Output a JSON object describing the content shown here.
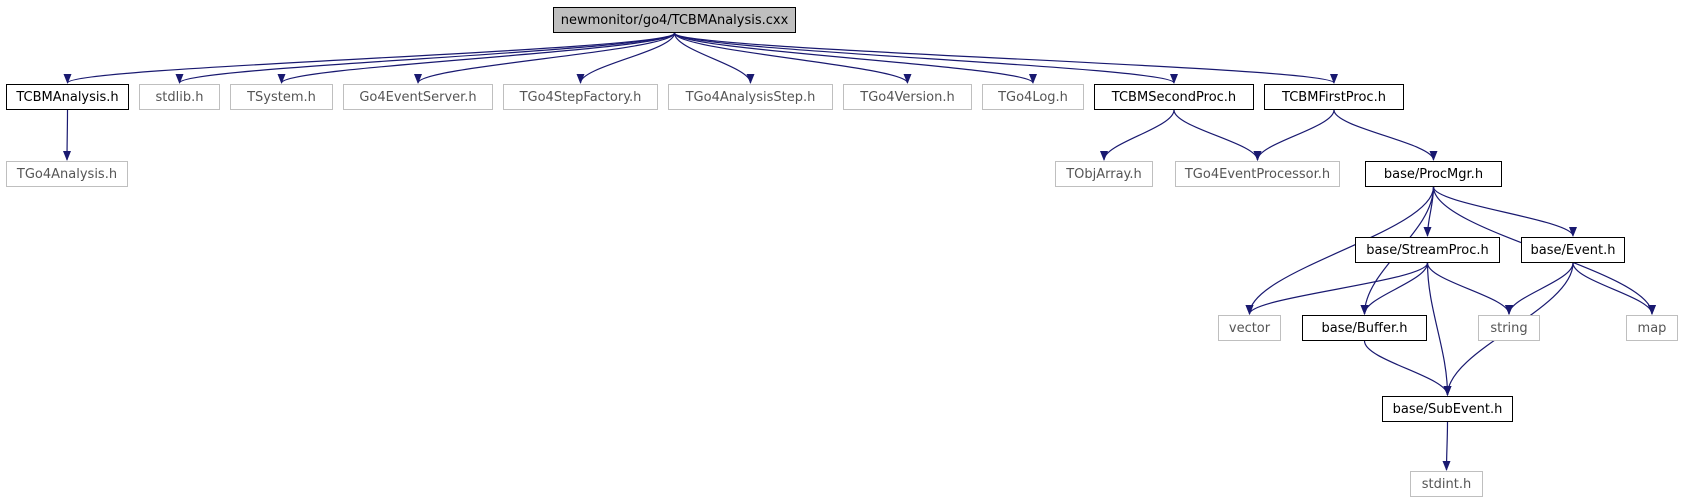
{
  "graph": {
    "root_label": "newmonitor/go4/TCBMAnalysis.cxx",
    "colors": {
      "edge": "#191970",
      "root_fill": "#bfbfbf",
      "local_border": "#000000",
      "external_border": "#bfbfbf"
    },
    "nodes": [
      {
        "id": "root",
        "label": "newmonitor/go4/TCBMAnalysis.cxx",
        "kind": "root"
      },
      {
        "id": "tcbmanalysis_h",
        "label": "TCBMAnalysis.h",
        "kind": "local"
      },
      {
        "id": "stdlib_h",
        "label": "stdlib.h",
        "kind": "external"
      },
      {
        "id": "tsystem_h",
        "label": "TSystem.h",
        "kind": "external"
      },
      {
        "id": "go4eventserver_h",
        "label": "Go4EventServer.h",
        "kind": "external"
      },
      {
        "id": "tgo4stepfactory_h",
        "label": "TGo4StepFactory.h",
        "kind": "external"
      },
      {
        "id": "tgo4analysisstep_h",
        "label": "TGo4AnalysisStep.h",
        "kind": "external"
      },
      {
        "id": "tgo4version_h",
        "label": "TGo4Version.h",
        "kind": "external"
      },
      {
        "id": "tgo4log_h",
        "label": "TGo4Log.h",
        "kind": "external"
      },
      {
        "id": "tcbmsecondproc_h",
        "label": "TCBMSecondProc.h",
        "kind": "local"
      },
      {
        "id": "tcbmfirstproc_h",
        "label": "TCBMFirstProc.h",
        "kind": "local"
      },
      {
        "id": "tgo4analysis_h",
        "label": "TGo4Analysis.h",
        "kind": "external"
      },
      {
        "id": "tobjarray_h",
        "label": "TObjArray.h",
        "kind": "external"
      },
      {
        "id": "tgo4eventprocessor_h",
        "label": "TGo4EventProcessor.h",
        "kind": "external"
      },
      {
        "id": "procmgr_h",
        "label": "base/ProcMgr.h",
        "kind": "local"
      },
      {
        "id": "streamproc_h",
        "label": "base/StreamProc.h",
        "kind": "local"
      },
      {
        "id": "event_h",
        "label": "base/Event.h",
        "kind": "local"
      },
      {
        "id": "vector",
        "label": "vector",
        "kind": "external"
      },
      {
        "id": "buffer_h",
        "label": "base/Buffer.h",
        "kind": "local"
      },
      {
        "id": "string",
        "label": "string",
        "kind": "external"
      },
      {
        "id": "map",
        "label": "map",
        "kind": "external"
      },
      {
        "id": "subevent_h",
        "label": "base/SubEvent.h",
        "kind": "local"
      },
      {
        "id": "stdint_h",
        "label": "stdint.h",
        "kind": "external"
      }
    ],
    "edges": [
      {
        "from": "root",
        "to": "tcbmanalysis_h"
      },
      {
        "from": "root",
        "to": "stdlib_h"
      },
      {
        "from": "root",
        "to": "tsystem_h"
      },
      {
        "from": "root",
        "to": "go4eventserver_h"
      },
      {
        "from": "root",
        "to": "tgo4stepfactory_h"
      },
      {
        "from": "root",
        "to": "tgo4analysisstep_h"
      },
      {
        "from": "root",
        "to": "tgo4version_h"
      },
      {
        "from": "root",
        "to": "tgo4log_h"
      },
      {
        "from": "root",
        "to": "tcbmsecondproc_h"
      },
      {
        "from": "root",
        "to": "tcbmfirstproc_h"
      },
      {
        "from": "tcbmanalysis_h",
        "to": "tgo4analysis_h"
      },
      {
        "from": "tcbmsecondproc_h",
        "to": "tobjarray_h"
      },
      {
        "from": "tcbmsecondproc_h",
        "to": "tgo4eventprocessor_h"
      },
      {
        "from": "tcbmfirstproc_h",
        "to": "tgo4eventprocessor_h"
      },
      {
        "from": "tcbmfirstproc_h",
        "to": "procmgr_h"
      },
      {
        "from": "procmgr_h",
        "to": "vector"
      },
      {
        "from": "procmgr_h",
        "to": "buffer_h"
      },
      {
        "from": "procmgr_h",
        "to": "streamproc_h"
      },
      {
        "from": "procmgr_h",
        "to": "event_h"
      },
      {
        "from": "procmgr_h",
        "to": "map"
      },
      {
        "from": "streamproc_h",
        "to": "vector"
      },
      {
        "from": "streamproc_h",
        "to": "buffer_h"
      },
      {
        "from": "streamproc_h",
        "to": "string"
      },
      {
        "from": "streamproc_h",
        "to": "subevent_h"
      },
      {
        "from": "event_h",
        "to": "string"
      },
      {
        "from": "event_h",
        "to": "map"
      },
      {
        "from": "event_h",
        "to": "subevent_h"
      },
      {
        "from": "buffer_h",
        "to": "subevent_h"
      },
      {
        "from": "subevent_h",
        "to": "stdint_h"
      }
    ]
  }
}
